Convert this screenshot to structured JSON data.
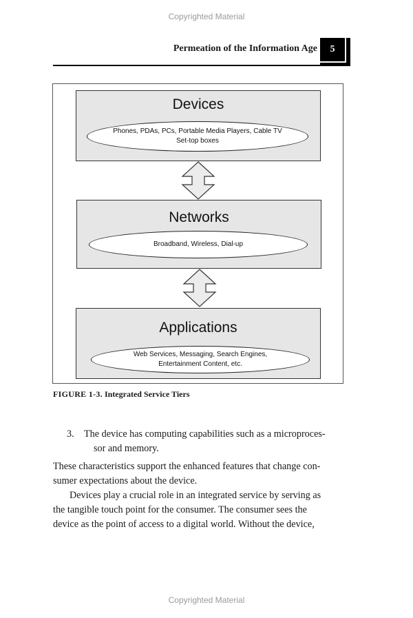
{
  "copyright": "Copyrighted Material",
  "header": {
    "running_head": "Permeation of the Information Age",
    "page_number": "5"
  },
  "figure": {
    "tiers": [
      {
        "title": "Devices",
        "description": [
          "Phones, PDAs, PCs, Portable Media Players, Cable TV",
          "Set-top boxes"
        ]
      },
      {
        "title": "Networks",
        "description": [
          "Broadband, Wireless, Dial-up"
        ]
      },
      {
        "title": "Applications",
        "description": [
          "Web Services, Messaging, Search Engines,",
          "Entertainment Content, etc."
        ]
      }
    ],
    "caption_label": "FIGURE 1-3.",
    "caption_text": "Integrated Service Tiers"
  },
  "body": {
    "list_item": {
      "number": "3.",
      "lines": [
        "The device has computing capabilities such as a microproces-",
        "sor and memory."
      ]
    },
    "paragraph1": [
      "These characteristics support the enhanced features that change con-",
      "sumer expectations about the device."
    ],
    "paragraph2": [
      "Devices play a crucial role in an integrated service by serving as",
      "the tangible touch point for the consumer. The consumer sees the",
      "device as the point of access to a digital world. Without the device,"
    ]
  }
}
